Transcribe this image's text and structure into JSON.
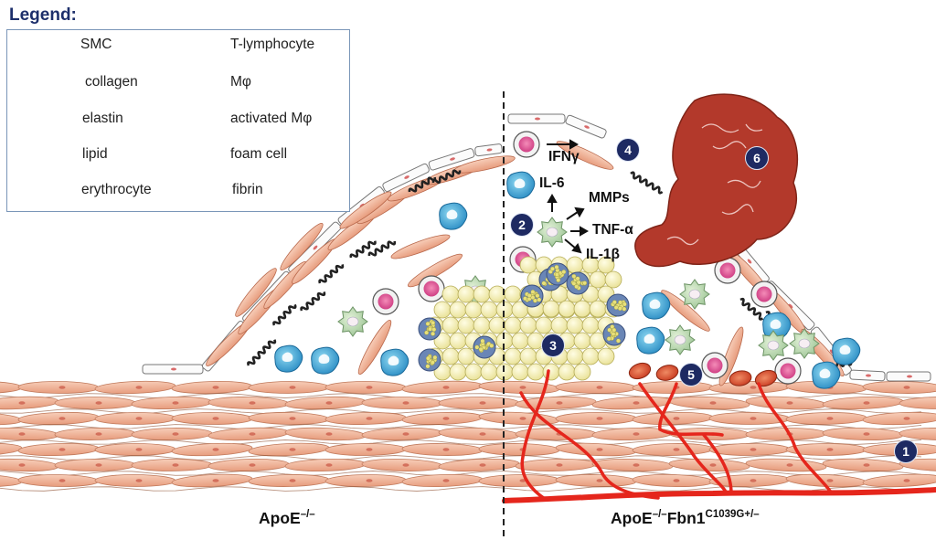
{
  "legend": {
    "title": "Legend:",
    "items": [
      {
        "label": "SMC",
        "icon": "smc-icon"
      },
      {
        "label": "collagen",
        "icon": "collagen-icon"
      },
      {
        "label": "elastin",
        "icon": "elastin-icon"
      },
      {
        "label": "lipid",
        "icon": "lipid-icon"
      },
      {
        "label": "erythrocyte",
        "icon": "erythrocyte-icon"
      },
      {
        "label": "T-lymphocyte",
        "icon": "t-lymphocyte-icon"
      },
      {
        "label": "Mφ",
        "icon": "macrophage-icon"
      },
      {
        "label": "activated Mφ",
        "icon": "activated-macrophage-icon"
      },
      {
        "label": "foam cell",
        "icon": "foam-cell-icon"
      },
      {
        "label": "fibrin",
        "icon": "fibrin-icon"
      }
    ]
  },
  "cytokines": {
    "ifn": "IFNγ",
    "il6": "IL-6",
    "mmps": "MMPs",
    "tnf": "TNF-α",
    "il1b": "IL-1β"
  },
  "markers": [
    "1",
    "2",
    "3",
    "4",
    "5",
    "6"
  ],
  "captions": {
    "left": "ApoE",
    "left_sup": "–/–",
    "right_base": "ApoE",
    "right_sup1": "–/–",
    "right_mid": "Fbn1",
    "right_sup2": "C1039G+/–"
  },
  "colors": {
    "smc": "#f2b499",
    "lipid": "#f7f2bb",
    "blood_vessel": "#e5261c",
    "thrombus": "#b3392b",
    "legend_title": "#1d2f6b",
    "marker": "#1e2a62"
  }
}
